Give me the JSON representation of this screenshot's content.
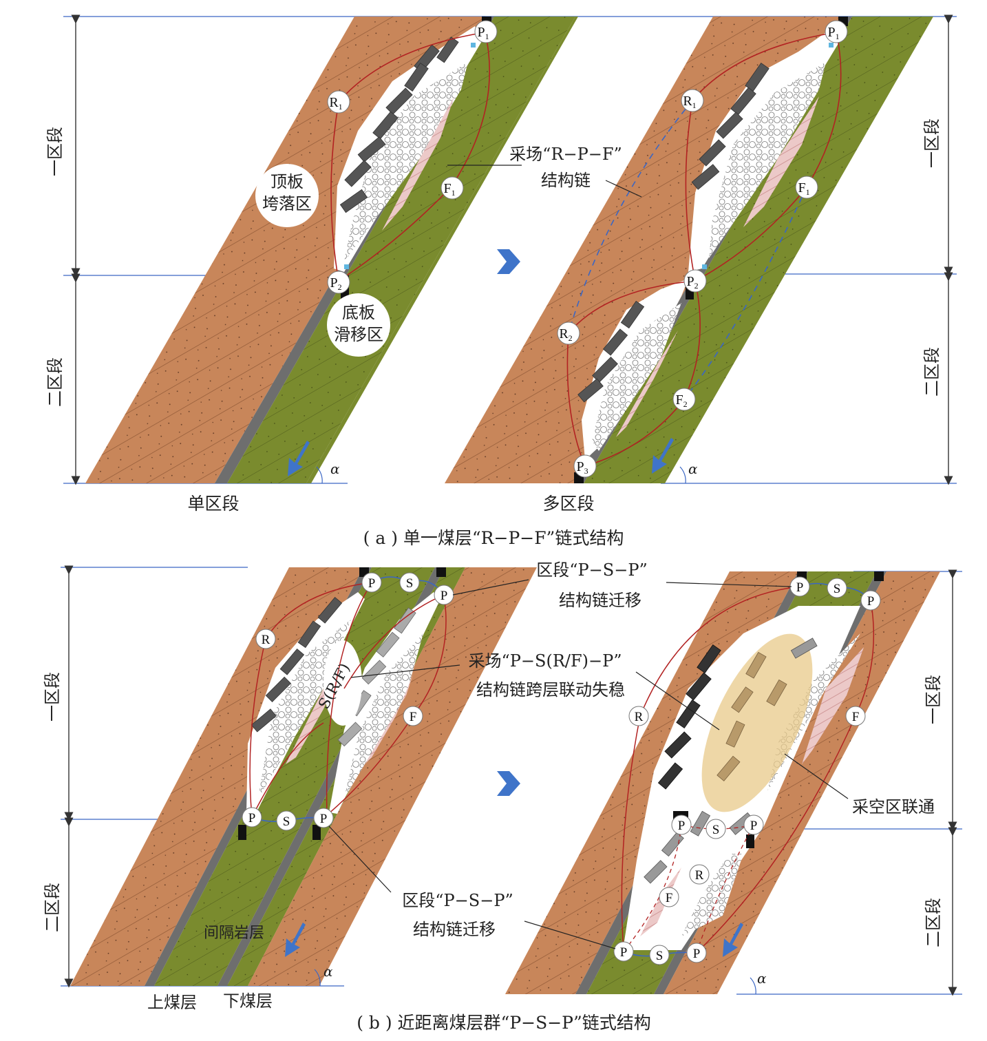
{
  "panel_a": {
    "left": {
      "nodes": {
        "P1": "P",
        "P1_sub": "1",
        "R1": "R",
        "R1_sub": "1",
        "F1": "F",
        "F1_sub": "1",
        "P2": "P",
        "P2_sub": "2"
      },
      "roof_zone": [
        "顶板",
        "垮落区"
      ],
      "floor_zone": [
        "底板",
        "滑移区"
      ],
      "bottom_label": "单区段"
    },
    "right": {
      "nodes": {
        "P1": "P",
        "P1_sub": "1",
        "R1": "R",
        "R1_sub": "1",
        "F1": "F",
        "F1_sub": "1",
        "P2": "P",
        "P2_sub": "2",
        "R2": "R",
        "R2_sub": "2",
        "F2": "F",
        "F2_sub": "2",
        "P3": "P",
        "P3_sub": "3"
      },
      "bottom_label": "多区段"
    },
    "chain_callout": [
      "采场“R−P−F”",
      "结构链"
    ],
    "section1": "一区段",
    "section2": "二区段",
    "angle": "α",
    "caption": "( a ) 单一煤层“R−P−F”链式结构"
  },
  "panel_b": {
    "left": {
      "top_nodes": [
        "P",
        "S",
        "P"
      ],
      "mid_nodes": [
        "P",
        "S",
        "P"
      ],
      "R": "R",
      "F": "F",
      "center": "S(R/F)",
      "interlayer": "间隔岩层",
      "upper_seam": "上煤层",
      "lower_seam": "下煤层"
    },
    "right": {
      "top_nodes": [
        "P",
        "S",
        "P"
      ],
      "mid_nodes": [
        "P",
        "S",
        "P"
      ],
      "bottom_nodes": [
        "P",
        "S",
        "P"
      ],
      "R_outer": "R",
      "F_outer": "F",
      "R_inner": "R",
      "F_inner": "F"
    },
    "callout_top": [
      "区段“P−S−P”",
      "结构链迁移"
    ],
    "callout_mid": [
      "采场“P−S(R/F)−P”",
      "结构链跨层联动失稳"
    ],
    "callout_bottom": [
      "区段“P−S−P”",
      "结构链迁移"
    ],
    "callout_goaf": "采空区联通",
    "section1": "一区段",
    "section2": "二区段",
    "angle": "α",
    "caption": "( b ) 近距离煤层群“P−S−P”链式结构"
  },
  "colors": {
    "rock": "#c8865a",
    "rock_line": "#8a5433",
    "seam_floor": "#7a8b2e",
    "coal": "#111111",
    "coal_gray": "#6e6e6e",
    "chain_red": "#b22222",
    "guide_blue": "#3a66c4",
    "arrow_blue": "#3f74c9",
    "caved_dark": "#555555",
    "pink_block": "#e9c6c4",
    "halo": "#e8c98a"
  }
}
